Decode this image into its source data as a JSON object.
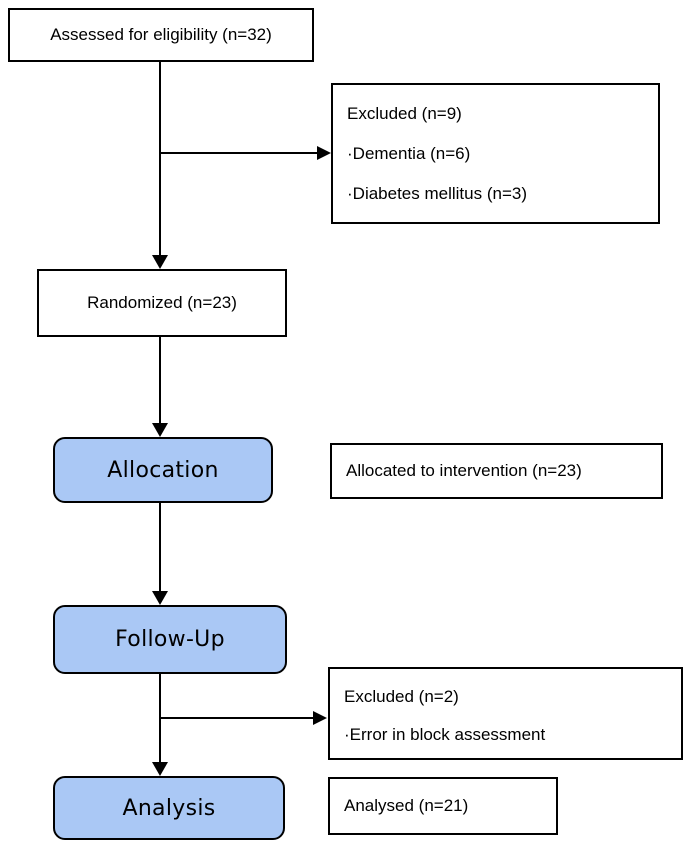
{
  "flowchart": {
    "assessed": {
      "label": "Assessed for eligibility (n=32)"
    },
    "excluded_eligibility": {
      "title": "Excluded (n=9)",
      "items": [
        "·Dementia (n=6)",
        "·Diabetes mellitus (n=3)"
      ]
    },
    "randomized": {
      "label": "Randomized (n=23)"
    },
    "allocation_stage": {
      "label": "Allocation"
    },
    "allocated": {
      "label": "Allocated to intervention (n=23)"
    },
    "followup_stage": {
      "label": "Follow-Up"
    },
    "excluded_followup": {
      "title": "Excluded (n=2)",
      "items": [
        "·Error in block assessment"
      ]
    },
    "analysis_stage": {
      "label": "Analysis"
    },
    "analysed": {
      "label": "Analysed (n=21)"
    }
  },
  "colors": {
    "stage_fill": "#aac8f5",
    "border": "#000000",
    "background": "#ffffff"
  }
}
